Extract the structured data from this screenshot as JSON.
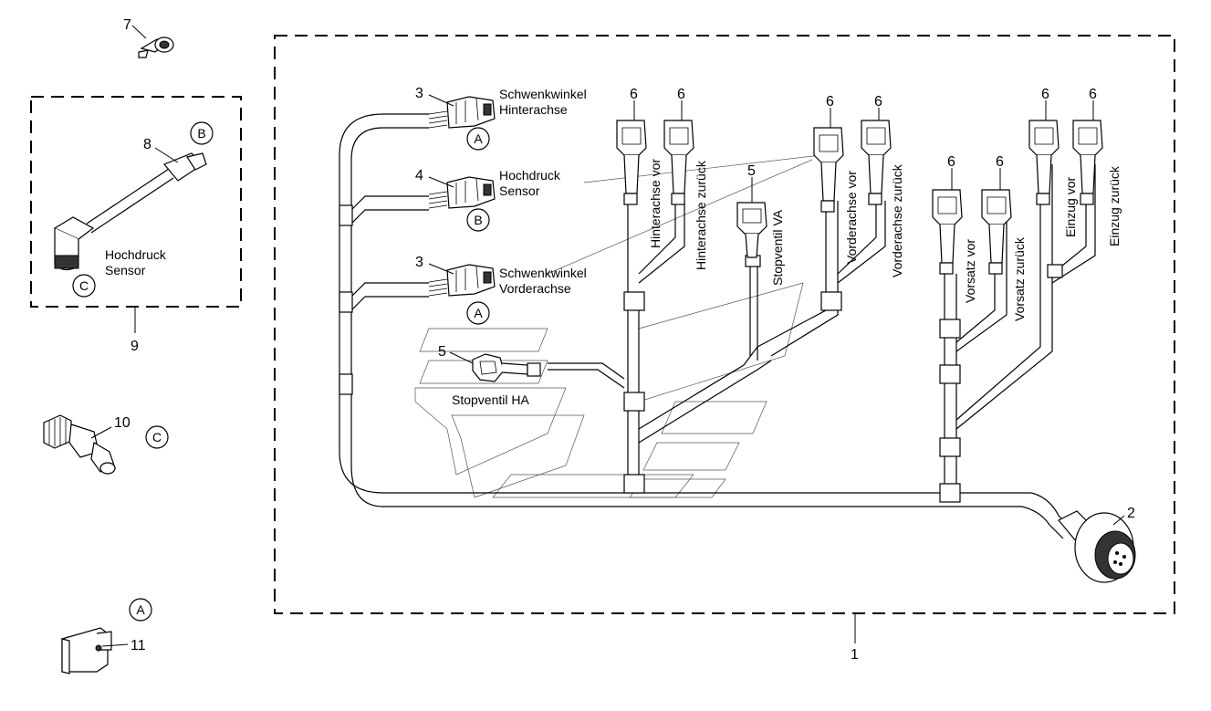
{
  "callouts": {
    "c1": "1",
    "c2": "2",
    "c3a": "3",
    "c3b": "3",
    "c4": "4",
    "c5a": "5",
    "c5b": "5",
    "c6a": "6",
    "c6b": "6",
    "c6c": "6",
    "c6d": "6",
    "c6e": "6",
    "c6f": "6",
    "c6g": "6",
    "c6h": "6",
    "c7": "7",
    "c8": "8",
    "c9": "9",
    "c10": "10",
    "c11": "11"
  },
  "refs": {
    "a1": "A",
    "a2": "A",
    "a3": "A",
    "b1": "B",
    "b2": "B",
    "cc1": "C",
    "cc2": "C"
  },
  "labels": {
    "schwenk_hinten_1": "Schwenkwinkel",
    "schwenk_hinten_2": "Hinterachse",
    "hochdruck_1": "Hochdruck",
    "hochdruck_2": "Sensor",
    "schwenk_vorne_1": "Schwenkwinkel",
    "schwenk_vorne_2": "Vorderachse",
    "stopventil_ha": "Stopventil HA",
    "stopventil_va": "Stopventil VA",
    "hinterachse_vor": "Hinterachse vor",
    "hinterachse_zurueck": "Hinterachse zurück",
    "vorderachse_vor": "Vorderachse vor",
    "vorderachse_zurueck": "Vorderachse zurück",
    "vorsatz_vor": "Vorsatz vor",
    "vorsatz_zurueck": "Vorsatz zurück",
    "einzug_vor": "Einzug vor",
    "einzug_zurueck": "Einzug zurück",
    "sensor8_1": "Hochdruck",
    "sensor8_2": "Sensor"
  }
}
